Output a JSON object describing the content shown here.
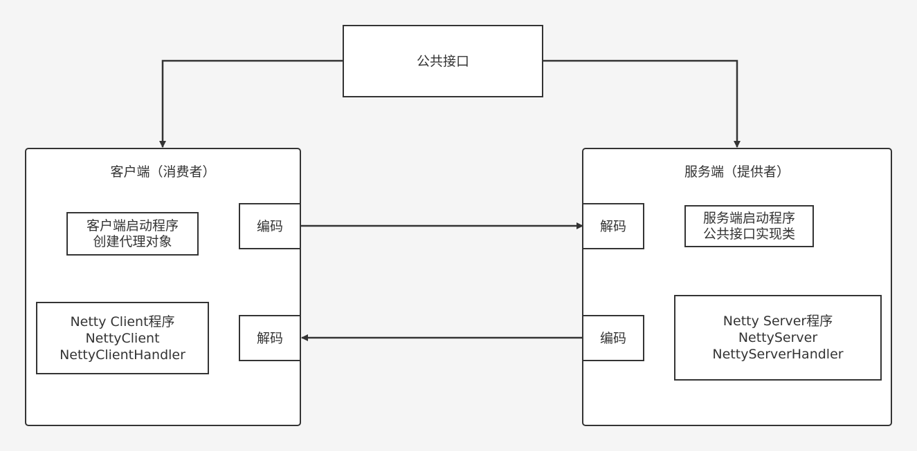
{
  "diagram": {
    "nodes": {
      "public_interface": {
        "label": "公共接口"
      },
      "client": {
        "title": "客户端（消费者）",
        "bootstrap": {
          "lines": [
            "客户端启动程序",
            "创建代理对象"
          ]
        },
        "netty": {
          "lines": [
            "Netty Client程序",
            "NettyClient",
            "NettyClientHandler"
          ]
        },
        "encode": {
          "label": "编码"
        },
        "decode": {
          "label": "解码"
        }
      },
      "server": {
        "title": "服务端（提供者）",
        "bootstrap": {
          "lines": [
            "服务端启动程序",
            "公共接口实现类"
          ]
        },
        "netty": {
          "lines": [
            "Netty Server程序",
            "NettyServer",
            "NettyServerHandler"
          ]
        },
        "decode": {
          "label": "解码"
        },
        "encode": {
          "label": "编码"
        }
      }
    },
    "edges": [
      {
        "from": "public_interface",
        "to": "client"
      },
      {
        "from": "public_interface",
        "to": "server"
      },
      {
        "from": "client.encode",
        "to": "server.decode"
      },
      {
        "from": "server.encode",
        "to": "client.decode"
      }
    ],
    "colors": {
      "stroke": "#333333",
      "fill": "#ffffff",
      "background": "#f5f5f5"
    }
  }
}
